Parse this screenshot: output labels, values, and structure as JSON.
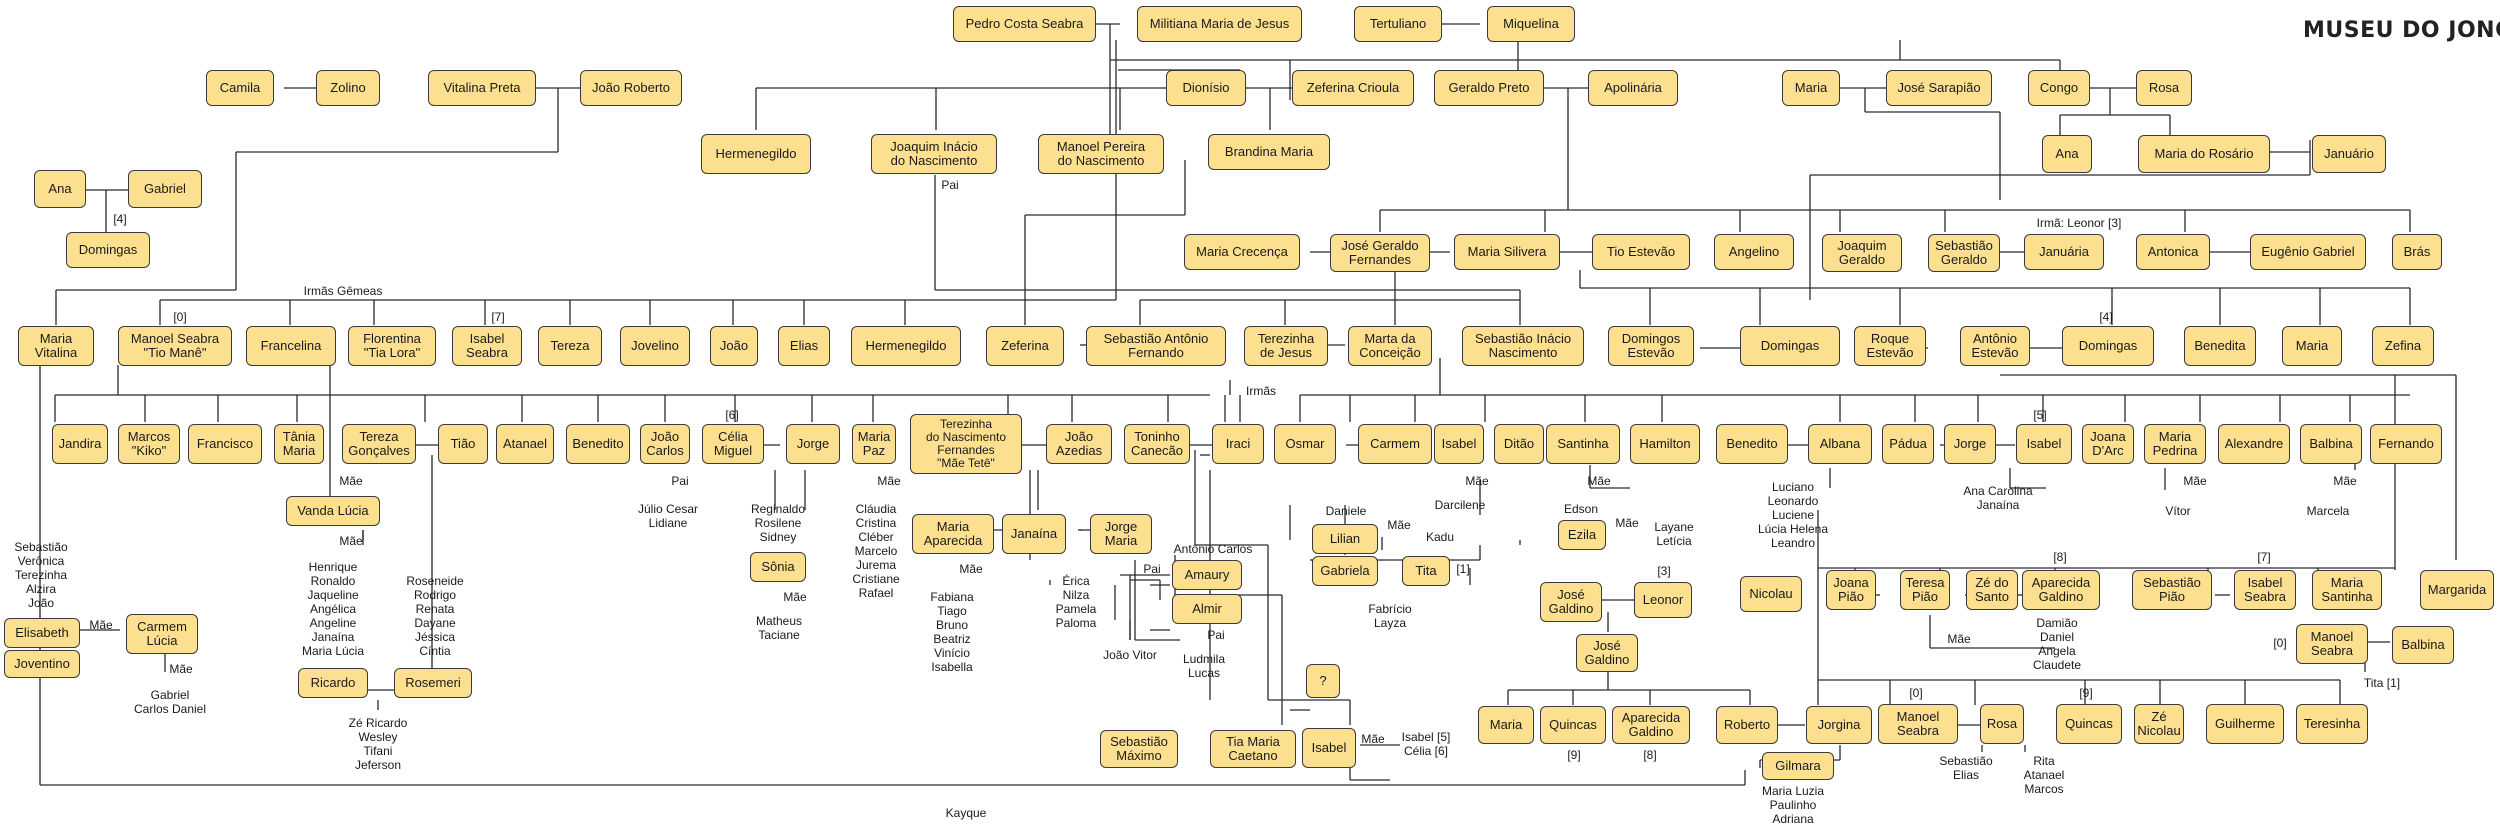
{
  "logo": "MUSEU DO JONGO",
  "nodes": [
    {
      "id": "pedro",
      "label": "Pedro Costa Seabra"
    },
    {
      "id": "militiana",
      "label": "Militiana Maria de Jesus"
    },
    {
      "id": "tertuliano",
      "label": "Tertuliano"
    },
    {
      "id": "miquelina",
      "label": "Miquelina"
    },
    {
      "id": "camila",
      "label": "Camila"
    },
    {
      "id": "zolino",
      "label": "Zolino"
    },
    {
      "id": "vitalina_preta",
      "label": "Vitalina Preta"
    },
    {
      "id": "joao_roberto",
      "label": "João Roberto"
    },
    {
      "id": "dionisio",
      "label": "Dionísio"
    },
    {
      "id": "zeferina_crioula",
      "label": "Zeferina Crioula"
    },
    {
      "id": "geraldo_preto",
      "label": "Geraldo Preto"
    },
    {
      "id": "apolinaria",
      "label": "Apolinária"
    },
    {
      "id": "maria_top",
      "label": "Maria"
    },
    {
      "id": "jose_sarapiao",
      "label": "José Sarapião"
    },
    {
      "id": "congo",
      "label": "Congo"
    },
    {
      "id": "rosa_top",
      "label": "Rosa"
    },
    {
      "id": "hermenegildo1",
      "label": "Hermenegildo"
    },
    {
      "id": "joaquim_inacio",
      "label": "Joaquim Inácio\ndo Nascimento"
    },
    {
      "id": "manoel_pereira",
      "label": "Manoel Pereira\ndo Nascimento"
    },
    {
      "id": "brandina",
      "label": "Brandina Maria"
    },
    {
      "id": "ana_congo",
      "label": "Ana"
    },
    {
      "id": "maria_rosario",
      "label": "Maria do Rosário"
    },
    {
      "id": "januario_top",
      "label": "Januário"
    },
    {
      "id": "ana_left",
      "label": "Ana"
    },
    {
      "id": "gabriel_left",
      "label": "Gabriel"
    },
    {
      "id": "domingas_left",
      "label": "Domingas"
    },
    {
      "id": "maria_crecenca",
      "label": "Maria Crecença"
    },
    {
      "id": "jose_geraldo",
      "label": "José Geraldo\nFernandes"
    },
    {
      "id": "maria_silvera",
      "label": "Maria Silivera"
    },
    {
      "id": "tio_estevao",
      "label": "Tio Estevão"
    },
    {
      "id": "angelino",
      "label": "Angelino"
    },
    {
      "id": "joaquim_geraldo",
      "label": "Joaquim\nGeraldo"
    },
    {
      "id": "sebastiao_geraldo",
      "label": "Sebastião\nGeraldo"
    },
    {
      "id": "januaria",
      "label": "Januária"
    },
    {
      "id": "antonica",
      "label": "Antonica"
    },
    {
      "id": "eugenio",
      "label": "Eugênio Gabriel"
    },
    {
      "id": "bras",
      "label": "Brás"
    },
    {
      "id": "maria_vitalina",
      "label": "Maria\nVitalina"
    },
    {
      "id": "manoel_mane",
      "label": "Manoel Seabra\n\"Tio Manê\""
    },
    {
      "id": "francelina",
      "label": "Francelina"
    },
    {
      "id": "florentina",
      "label": "Florentina\n\"Tia Lora\""
    },
    {
      "id": "isabel_seabra1",
      "label": "Isabel\nSeabra"
    },
    {
      "id": "tereza",
      "label": "Tereza"
    },
    {
      "id": "jovelino",
      "label": "Jovelino"
    },
    {
      "id": "joao_r2",
      "label": "João"
    },
    {
      "id": "elias",
      "label": "Elias"
    },
    {
      "id": "hermenegildo2",
      "label": "Hermenegildo"
    },
    {
      "id": "zeferina2",
      "label": "Zeferina"
    },
    {
      "id": "sebastiao_antonio",
      "label": "Sebastião Antônio\nFernando"
    },
    {
      "id": "terezinha_jesus",
      "label": "Terezinha\nde Jesus"
    },
    {
      "id": "marta",
      "label": "Marta da\nConceição"
    },
    {
      "id": "sebastiao_inacio",
      "label": "Sebastião Inácio\nNascimento"
    },
    {
      "id": "domingos_estevao",
      "label": "Domingos\nEstevão"
    },
    {
      "id": "domingas_r2",
      "label": "Domingas"
    },
    {
      "id": "roque",
      "label": "Roque\nEstevão"
    },
    {
      "id": "antonio_estevao",
      "label": "Antônio\nEstevão"
    },
    {
      "id": "domingas_r2b",
      "label": "Domingas"
    },
    {
      "id": "benedita_r2",
      "label": "Benedita"
    },
    {
      "id": "maria_r2",
      "label": "Maria"
    },
    {
      "id": "zefina",
      "label": "Zefina"
    },
    {
      "id": "jandira",
      "label": "Jandira"
    },
    {
      "id": "marcos_kiko",
      "label": "Marcos\n\"Kiko\""
    },
    {
      "id": "francisco",
      "label": "Francisco"
    },
    {
      "id": "tania",
      "label": "Tânia\nMaria"
    },
    {
      "id": "tereza_goncalves",
      "label": "Tereza\nGonçalves"
    },
    {
      "id": "tiao",
      "label": "Tião"
    },
    {
      "id": "atanael",
      "label": "Atanael"
    },
    {
      "id": "benedito1",
      "label": "Benedito"
    },
    {
      "id": "joao_carlos",
      "label": "João\nCarlos"
    },
    {
      "id": "celia",
      "label": "Célia\nMiguel"
    },
    {
      "id": "jorge1",
      "label": "Jorge"
    },
    {
      "id": "maria_paz",
      "label": "Maria\nPaz"
    },
    {
      "id": "terezinha_tete",
      "label": "Terezinha\ndo Nascimento\nFernandes\n\"Mãe Tetê\""
    },
    {
      "id": "joao_azedias",
      "label": "João\nAzedias"
    },
    {
      "id": "toninho",
      "label": "Toninho\nCanecão"
    },
    {
      "id": "iraci",
      "label": "Iraci"
    },
    {
      "id": "osmar",
      "label": "Osmar"
    },
    {
      "id": "carmem1",
      "label": "Carmem"
    },
    {
      "id": "isabel_r3",
      "label": "Isabel"
    },
    {
      "id": "ditao",
      "label": "Ditão"
    },
    {
      "id": "santinha",
      "label": "Santinha"
    },
    {
      "id": "hamilton",
      "label": "Hamilton"
    },
    {
      "id": "benedito2",
      "label": "Benedito"
    },
    {
      "id": "albana",
      "label": "Albana"
    },
    {
      "id": "padua",
      "label": "Pádua"
    },
    {
      "id": "jorge2",
      "label": "Jorge"
    },
    {
      "id": "isabel_r3b",
      "label": "Isabel"
    },
    {
      "id": "joana_darc",
      "label": "Joana\nD'Arc"
    },
    {
      "id": "maria_pedrina",
      "label": "Maria\nPedrina"
    },
    {
      "id": "alexandre",
      "label": "Alexandre"
    },
    {
      "id": "balbina1",
      "label": "Balbina"
    },
    {
      "id": "fernando",
      "label": "Fernando"
    },
    {
      "id": "vanda",
      "label": "Vanda Lúcia"
    },
    {
      "id": "sonia",
      "label": "Sônia"
    },
    {
      "id": "maria_aparecida",
      "label": "Maria\nAparecida"
    },
    {
      "id": "janaina",
      "label": "Janaína"
    },
    {
      "id": "jorge_maria",
      "label": "Jorge\nMaria"
    },
    {
      "id": "amaury",
      "label": "Amaury"
    },
    {
      "id": "almir",
      "label": "Almir"
    },
    {
      "id": "lilian",
      "label": "Lilian"
    },
    {
      "id": "gabriela",
      "label": "Gabriela"
    },
    {
      "id": "tita1",
      "label": "Tita"
    },
    {
      "id": "ezila",
      "label": "Ezila"
    },
    {
      "id": "jose_galdino1",
      "label": "José\nGaldino"
    },
    {
      "id": "leonor",
      "label": "Leonor"
    },
    {
      "id": "jose_galdino2",
      "label": "José\nGaldino"
    },
    {
      "id": "nicolau1",
      "label": "Nicolau"
    },
    {
      "id": "joana_piao",
      "label": "Joana\nPião"
    },
    {
      "id": "teresa_piao",
      "label": "Teresa\nPião"
    },
    {
      "id": "ze_santo",
      "label": "Zé do\nSanto"
    },
    {
      "id": "aparecida_galdino1",
      "label": "Aparecida\nGaldino"
    },
    {
      "id": "sebastiao_piao",
      "label": "Sebastião\nPião"
    },
    {
      "id": "isabel_seabra2",
      "label": "Isabel\nSeabra"
    },
    {
      "id": "maria_santinha",
      "label": "Maria\nSantinha"
    },
    {
      "id": "margarida",
      "label": "Margarida"
    },
    {
      "id": "elisabeth",
      "label": "Elisabeth"
    },
    {
      "id": "joventino",
      "label": "Joventino"
    },
    {
      "id": "carmem_lucia",
      "label": "Carmem\nLúcia"
    },
    {
      "id": "ricardo",
      "label": "Ricardo"
    },
    {
      "id": "rosemeri",
      "label": "Rosemeri"
    },
    {
      "id": "question",
      "label": "?"
    },
    {
      "id": "sebastiao_maximo",
      "label": "Sebastião\nMáximo"
    },
    {
      "id": "tia_maria",
      "label": "Tia Maria\nCaetano"
    },
    {
      "id": "isabel_b",
      "label": "Isabel"
    },
    {
      "id": "maria_b",
      "label": "Maria"
    },
    {
      "id": "quincas1",
      "label": "Quincas"
    },
    {
      "id": "aparecida_galdino2",
      "label": "Aparecida\nGaldino"
    },
    {
      "id": "roberto",
      "label": "Roberto"
    },
    {
      "id": "jorgina",
      "label": "Jorgina"
    },
    {
      "id": "gilmara",
      "label": "Gilmara"
    },
    {
      "id": "manoel_seabra_b",
      "label": "Manoel\nSeabra"
    },
    {
      "id": "rosa_b",
      "label": "Rosa"
    },
    {
      "id": "quincas2",
      "label": "Quincas"
    },
    {
      "id": "ze_nicolau",
      "label": "Zé\nNicolau"
    },
    {
      "id": "guilherme",
      "label": "Guilherme"
    },
    {
      "id": "teresinha",
      "label": "Teresinha"
    },
    {
      "id": "manoel_seabra_c",
      "label": "Manoel\nSeabra"
    },
    {
      "id": "balbina2",
      "label": "Balbina"
    }
  ],
  "labels": [
    {
      "id": "l_pai1",
      "text": "Pai"
    },
    {
      "id": "l_gemeas",
      "text": "Irmãs Gêmeas"
    },
    {
      "id": "l_0a",
      "text": "[0]"
    },
    {
      "id": "l_7a",
      "text": "[7]"
    },
    {
      "id": "l_4a",
      "text": "[4]"
    },
    {
      "id": "l_leonor3",
      "text": "Irmã: Leonor [3]"
    },
    {
      "id": "l_4b",
      "text": "[4]"
    },
    {
      "id": "l_irmas",
      "text": "Irmãs"
    },
    {
      "id": "l_6a",
      "text": "[6]"
    },
    {
      "id": "l_5a",
      "text": "[5]"
    },
    {
      "id": "l_sebastiao_list",
      "text": "Sebastião\nVerônica\nTerezinha\nAlzira\nJoão"
    },
    {
      "id": "l_mae_vanda",
      "text": "Mãe"
    },
    {
      "id": "l_mae_vanda2",
      "text": "Mãe"
    },
    {
      "id": "l_henrique_list",
      "text": "Henrique\nRonaldo\nJaqueline\nAngélica\nAngeline\nJanaína\nMaria Lúcia"
    },
    {
      "id": "l_roseneide_list",
      "text": "Roseneide\nRodrigo\nRenata\nDayane\nJéssica\nCíntia"
    },
    {
      "id": "l_pai_jc",
      "text": "Pai"
    },
    {
      "id": "l_julio",
      "text": "Júlio Cesar\nLidiane"
    },
    {
      "id": "l_reginaldo",
      "text": "Reginaldo\nRosilene\nSidney"
    },
    {
      "id": "l_mae_sonia",
      "text": "Mãe"
    },
    {
      "id": "l_matheus",
      "text": "Matheus\nTaciane"
    },
    {
      "id": "l_mae_paz",
      "text": "Mãe"
    },
    {
      "id": "l_claudia",
      "text": "Cláudia\nCristina\nCléber\nMarcelo\nJurema\nCristiane\nRafael"
    },
    {
      "id": "l_mae_ma",
      "text": "Mãe"
    },
    {
      "id": "l_fabiana",
      "text": "Fabiana\nTiago\nBruno\nBeatriz\nVinício\nIsabella"
    },
    {
      "id": "l_erica",
      "text": "Érica\nNilza\nPamela\nPaloma"
    },
    {
      "id": "l_antonio_carlos",
      "text": "Antônio Carlos"
    },
    {
      "id": "l_pai_amaury",
      "text": "Pai"
    },
    {
      "id": "l_pai_almir",
      "text": "Pai"
    },
    {
      "id": "l_joao_vitor",
      "text": "João Vitor"
    },
    {
      "id": "l_ludmila",
      "text": "Ludmila\nLucas"
    },
    {
      "id": "l_daniele",
      "text": "Daniele"
    },
    {
      "id": "l_mae_lilian",
      "text": "Mãe"
    },
    {
      "id": "l_kadu",
      "text": "Kadu"
    },
    {
      "id": "l_1a",
      "text": "[1]"
    },
    {
      "id": "l_fabricio",
      "text": "Fabrício\nLayza"
    },
    {
      "id": "l_mae_isabel",
      "text": "Mãe"
    },
    {
      "id": "l_darcilene",
      "text": "Darcilene"
    },
    {
      "id": "l_mae_santinha",
      "text": "Mãe"
    },
    {
      "id": "l_edson",
      "text": "Edson"
    },
    {
      "id": "l_mae_ezila",
      "text": "Mãe"
    },
    {
      "id": "l_layane",
      "text": "Layane\nLetícia"
    },
    {
      "id": "l_3a",
      "text": "[3]"
    },
    {
      "id": "l_luciano",
      "text": "Luciano\nLeonardo\nLuciene\nLúcia Helena\nLeandro"
    },
    {
      "id": "l_ana_carolina",
      "text": "Ana Carolina\nJanaína"
    },
    {
      "id": "l_mae_pedrina",
      "text": "Mãe"
    },
    {
      "id": "l_vitor",
      "text": "Vítor"
    },
    {
      "id": "l_mae_balbina",
      "text": "Mãe"
    },
    {
      "id": "l_marcela",
      "text": "Marcela"
    },
    {
      "id": "l_mae_elisabeth",
      "text": "Mãe"
    },
    {
      "id": "l_mae_carmem",
      "text": "Mãe"
    },
    {
      "id": "l_gabriel_carlos",
      "text": "Gabriel\nCarlos Daniel"
    },
    {
      "id": "l_ze_ricardo",
      "text": "Zé Ricardo\nWesley\nTifani\nJeferson"
    },
    {
      "id": "l_mae_isabelb",
      "text": "Mãe"
    },
    {
      "id": "l_isabel_celia",
      "text": "Isabel [5]\nCélia  [6]"
    },
    {
      "id": "l_9a",
      "text": "[9]"
    },
    {
      "id": "l_8a",
      "text": "[8]"
    },
    {
      "id": "l_8b",
      "text": "[8]"
    },
    {
      "id": "l_7b",
      "text": "[7]"
    },
    {
      "id": "l_mae_teresa",
      "text": "Mãe"
    },
    {
      "id": "l_damiao",
      "text": "Damião\nDaniel\nAngela\nClaudete"
    },
    {
      "id": "l_0b",
      "text": "[0]"
    },
    {
      "id": "l_0c",
      "text": "[0]"
    },
    {
      "id": "l_9b",
      "text": "[9]"
    },
    {
      "id": "l_tita1",
      "text": "Tita [1]"
    },
    {
      "id": "l_sebastiao_elias",
      "text": "Sebastião\nElias"
    },
    {
      "id": "l_rita",
      "text": "Rita\nAtanael\nMarcos"
    },
    {
      "id": "l_maria_luzia",
      "text": "Maria Luzia\nPaulinho\nAdriana"
    },
    {
      "id": "l_kayque",
      "text": "Kayque"
    }
  ]
}
